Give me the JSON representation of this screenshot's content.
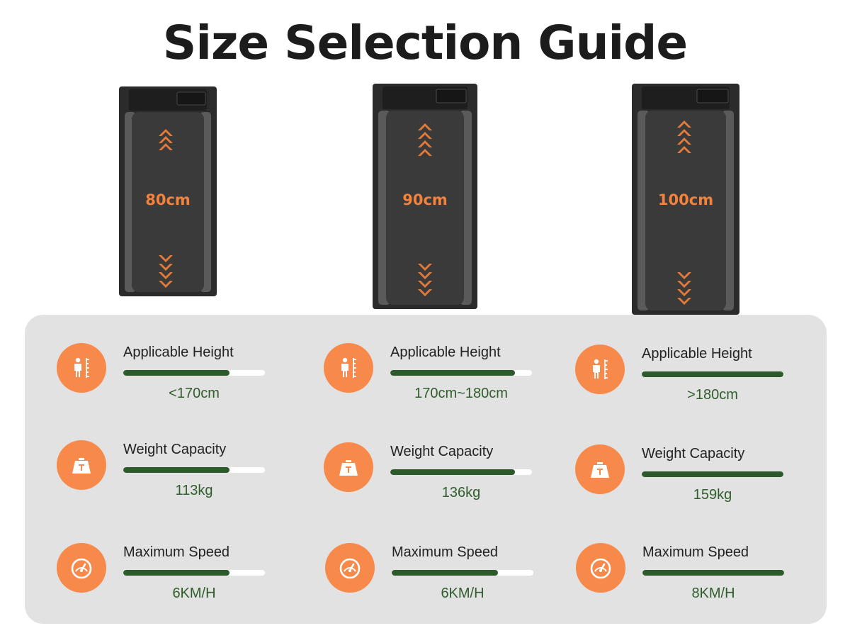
{
  "title": "Size Selection Guide",
  "colors": {
    "accent": "#f7894a",
    "bar": "#2d5a2a",
    "value_text": "#2f5e2b",
    "panel": "#e2e2e2"
  },
  "models": [
    {
      "size": "80cm",
      "specs": [
        {
          "icon": "height-person-icon",
          "label": "Applicable Height",
          "value": "<170cm",
          "level": 0.75
        },
        {
          "icon": "weight-icon",
          "label": "Weight Capacity",
          "value": "113kg",
          "level": 0.75
        },
        {
          "icon": "speedometer-icon",
          "label": "Maximum Speed",
          "value": "6KM/H",
          "level": 0.75
        }
      ]
    },
    {
      "size": "90cm",
      "specs": [
        {
          "icon": "height-person-icon",
          "label": "Applicable Height",
          "value": "170cm~180cm",
          "level": 0.88
        },
        {
          "icon": "weight-icon",
          "label": "Weight Capacity",
          "value": "136kg",
          "level": 0.88
        },
        {
          "icon": "speedometer-icon",
          "label": "Maximum Speed",
          "value": "6KM/H",
          "level": 0.75
        }
      ]
    },
    {
      "size": "100cm",
      "specs": [
        {
          "icon": "height-person-icon",
          "label": "Applicable Height",
          "value": ">180cm",
          "level": 1.0
        },
        {
          "icon": "weight-icon",
          "label": "Weight Capacity",
          "value": "159kg",
          "level": 1.0
        },
        {
          "icon": "speedometer-icon",
          "label": "Maximum Speed",
          "value": "8KM/H",
          "level": 1.0
        }
      ]
    }
  ]
}
